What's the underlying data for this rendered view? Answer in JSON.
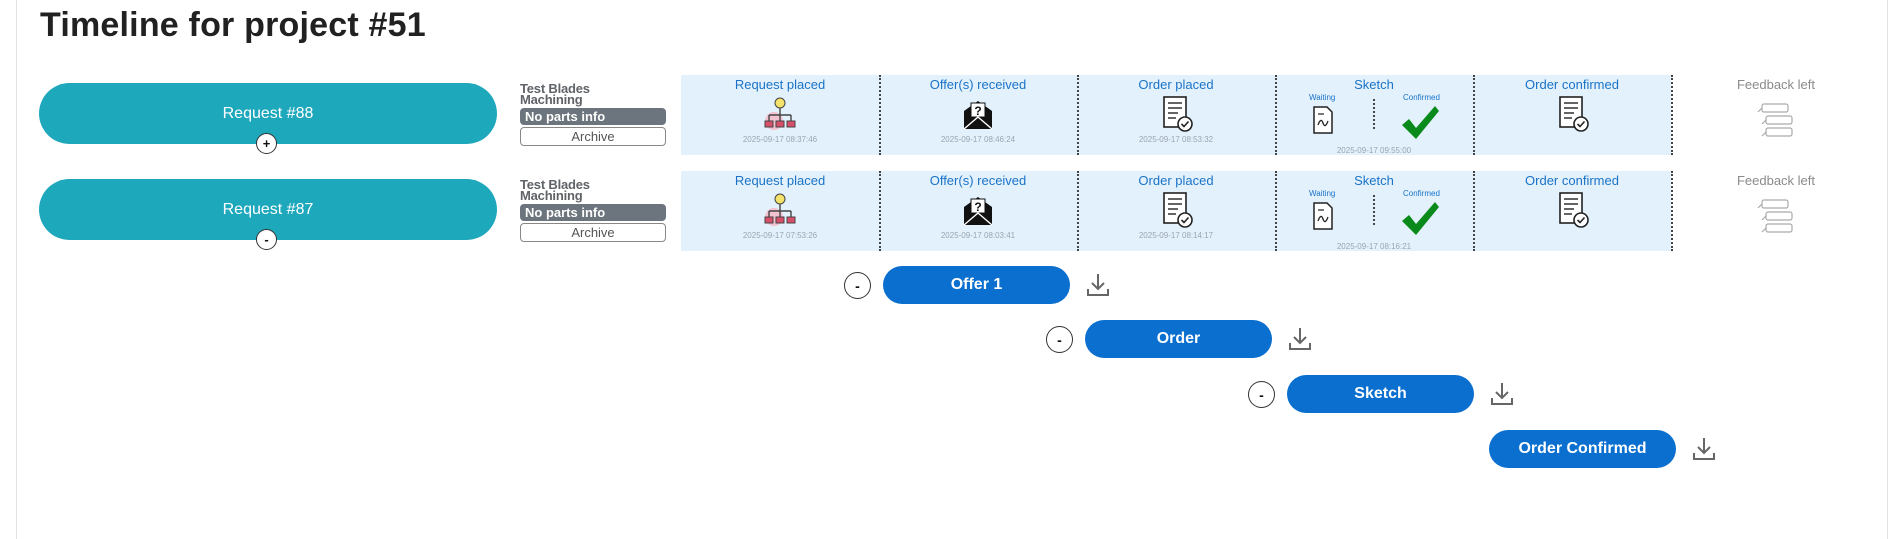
{
  "page": {
    "title": "Timeline for project #51"
  },
  "requests": [
    {
      "label": "Request #88",
      "toggle": "+",
      "supplier": "Test Blades Machining",
      "badge": "No parts info",
      "archive": "Archive",
      "stages": [
        {
          "label": "Request placed",
          "time": "2025-09-17 08:37:46",
          "icon": "request-tree-icon"
        },
        {
          "label": "Offer(s) received",
          "time": "2025-09-17 08:46:24",
          "icon": "envelope-question-icon"
        },
        {
          "label": "Order placed",
          "time": "2025-09-17 08:53:32",
          "icon": "document-check-icon"
        },
        {
          "label": "Sketch",
          "time": "2025-09-17 09:55:00",
          "waiting": "Waiting",
          "confirmed": "Confirmed",
          "icon": "sketch-checkmark-icon"
        },
        {
          "label": "Order confirmed",
          "time": "",
          "icon": "document-check-icon"
        }
      ],
      "feedback": "Feedback left"
    },
    {
      "label": "Request #87",
      "toggle": "-",
      "supplier": "Test Blades Machining",
      "badge": "No parts info",
      "archive": "Archive",
      "stages": [
        {
          "label": "Request placed",
          "time": "2025-09-17 07:53:26",
          "icon": "request-tree-icon"
        },
        {
          "label": "Offer(s) received",
          "time": "2025-09-17 08:03:41",
          "icon": "envelope-question-icon"
        },
        {
          "label": "Order placed",
          "time": "2025-09-17 08:14:17",
          "icon": "document-check-icon"
        },
        {
          "label": "Sketch",
          "time": "2025-09-17 08:16:21",
          "waiting": "Waiting",
          "confirmed": "Confirmed",
          "icon": "sketch-checkmark-icon"
        },
        {
          "label": "Order confirmed",
          "time": "",
          "icon": "document-check-icon"
        }
      ],
      "feedback": "Feedback left"
    }
  ],
  "documents": [
    {
      "label": "Offer 1",
      "toggle": "-"
    },
    {
      "label": "Order",
      "toggle": "-"
    },
    {
      "label": "Sketch",
      "toggle": "-"
    },
    {
      "label": "Order Confirmed",
      "toggle": ""
    }
  ],
  "colors": {
    "request_button": "#1ea8bc",
    "document_button": "#0a6fcf",
    "stage_background": "#e3f1fc",
    "stage_label": "#1a73c8",
    "badge": "#6c757d",
    "check": "#0a8a1a"
  }
}
